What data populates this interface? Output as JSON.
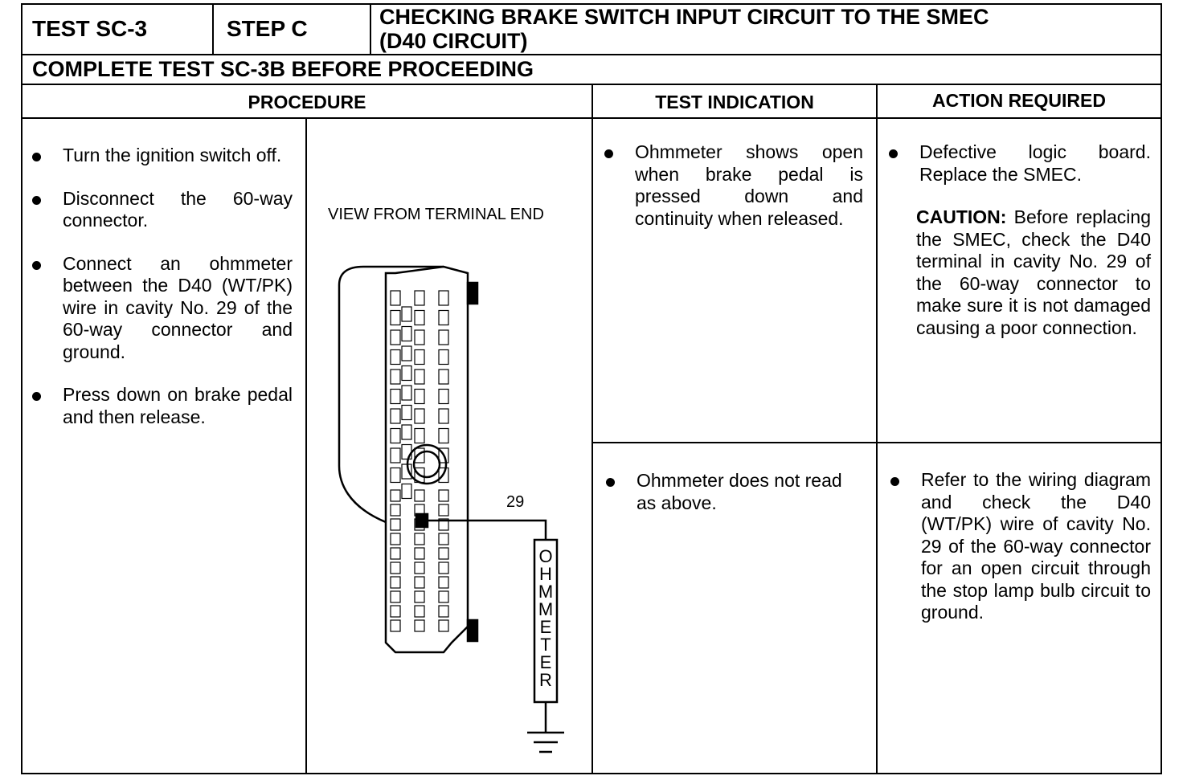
{
  "header": {
    "test_id": "TEST SC-3",
    "step": "STEP C",
    "title_line1": "CHECKING BRAKE SWITCH INPUT CIRCUIT TO THE SMEC",
    "title_line2": "(D40 CIRCUIT)",
    "prerequisite": "COMPLETE TEST SC-3B BEFORE PROCEEDING"
  },
  "columns": {
    "procedure": "PROCEDURE",
    "test_indication": "TEST INDICATION",
    "action_required": "ACTION REQUIRED"
  },
  "procedure_steps": [
    "Turn the ignition switch off.",
    "Disconnect the 60-way connector.",
    "Connect an ohmmeter between the D40 (WT/PK) wire in cavity No. 29 of the 60-way connector and ground.",
    "Press down on brake pedal and then release."
  ],
  "diagram": {
    "view_label": "VIEW FROM TERMINAL END",
    "wire_label": "29",
    "meter_letters": [
      "O",
      "H",
      "M",
      "M",
      "E",
      "T",
      "E",
      "R"
    ]
  },
  "rows": [
    {
      "indication": "Ohmmeter shows open when brake pedal is pressed down and continuity when released.",
      "action": "Defective logic board. Replace the SMEC.",
      "caution_label": "CAUTION:",
      "caution_text": "Before replacing the SMEC, check the D40 terminal in cavity No. 29 of the 60-way connector to make sure it is not damaged causing a poor connection."
    },
    {
      "indication": "Ohmmeter does not read as above.",
      "action": "Refer to the wiring diagram and check the D40 (WT/PK) wire of cavity No. 29 of the 60-way connector for an open circuit through the stop lamp bulb circuit to ground."
    }
  ]
}
